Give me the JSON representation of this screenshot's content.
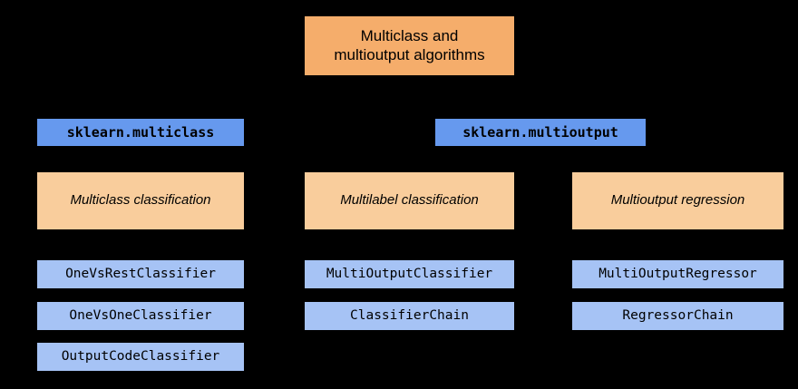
{
  "diagram": {
    "title": "Multiclass and multioutput algorithms",
    "background_color": "#000000",
    "palette": {
      "root_orange": "#f5ad6b",
      "category_peach": "#f9cd9c",
      "module_blue": "#6699ee",
      "estimator_blue": "#a6c3f5",
      "text": "#000000"
    },
    "root": {
      "line1": "Multiclass and",
      "line2": "multioutput algorithms"
    },
    "modules": [
      {
        "name": "sklearn.multiclass"
      },
      {
        "name": "sklearn.multioutput"
      }
    ],
    "categories": [
      {
        "label": "Multiclass classification"
      },
      {
        "label": "Multilabel classification"
      },
      {
        "label": "Multioutput regression"
      }
    ],
    "columns": [
      {
        "module": "sklearn.multiclass",
        "category": "Multiclass classification",
        "estimators": [
          "OneVsRestClassifier",
          "OneVsOneClassifier",
          "OutputCodeClassifier"
        ]
      },
      {
        "module": "sklearn.multioutput",
        "category": "Multilabel classification",
        "estimators": [
          "MultiOutputClassifier",
          "ClassifierChain"
        ]
      },
      {
        "module": "sklearn.multioutput",
        "category": "Multioutput regression",
        "estimators": [
          "MultiOutputRegressor",
          "RegressorChain"
        ]
      }
    ]
  }
}
